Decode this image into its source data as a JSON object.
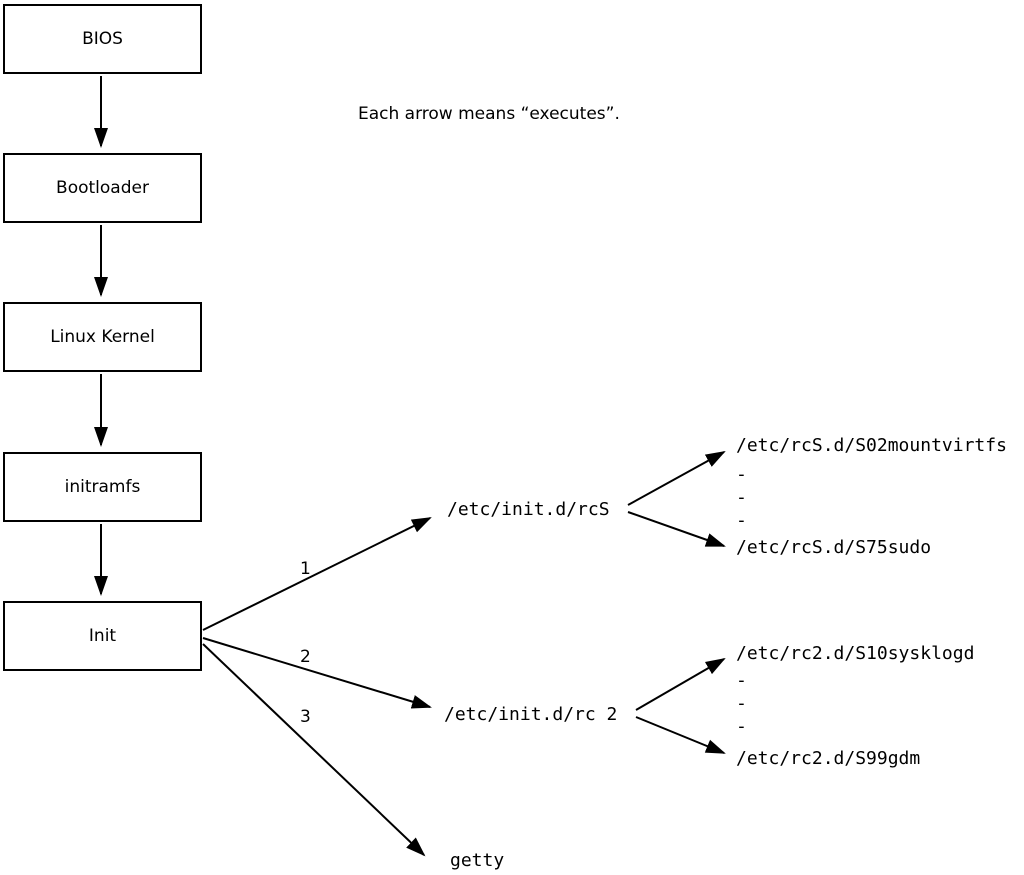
{
  "note": "Each arrow means “executes”.",
  "chain": [
    {
      "label": "BIOS"
    },
    {
      "label": "Bootloader"
    },
    {
      "label": "Linux Kernel"
    },
    {
      "label": "initramfs"
    },
    {
      "label": "Init"
    }
  ],
  "branches": [
    {
      "number": "1",
      "label": "/etc/init.d/rcS"
    },
    {
      "number": "2",
      "label": "/etc/init.d/rc 2"
    },
    {
      "number": "3",
      "label": "getty"
    }
  ],
  "rcS_listing": {
    "first": "/etc/rcS.d/S02mountvirtfs",
    "ellipsis": [
      "-",
      "-",
      "-"
    ],
    "last": "/etc/rcS.d/S75sudo"
  },
  "rc2_listing": {
    "first": "/etc/rc2.d/S10sysklogd",
    "ellipsis": [
      "-",
      "-",
      "-"
    ],
    "last": "/etc/rc2.d/S99gdm"
  },
  "colors": {
    "line": "#000000",
    "background": "#ffffff"
  }
}
